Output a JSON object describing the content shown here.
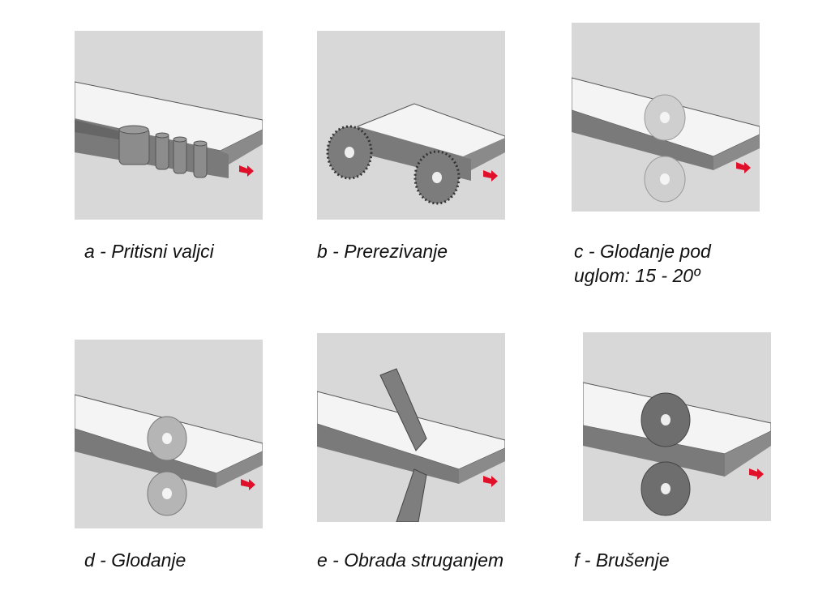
{
  "captions": {
    "a": "a - Pritisni valjci",
    "b": "b - Prerezivanje",
    "c1": "c - Glodanje pod",
    "c2": "uglom: 15 - 20º",
    "d": "d - Glodanje",
    "e": "e - Obrada struganjem",
    "f": "f - Brušenje"
  },
  "colors": {
    "background": "#d8d8d8",
    "board_top": "#f4f4f4",
    "board_edge": "#7a7a7a",
    "tool": "#8c8c8c",
    "arrow": "#e0102a"
  }
}
